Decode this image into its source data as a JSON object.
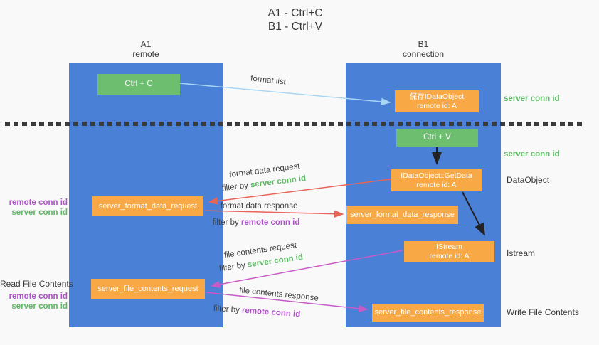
{
  "title": {
    "line1": "A1 - Ctrl+C",
    "line2": "B1 - Ctrl+V"
  },
  "lifelines": {
    "a1": {
      "name": "A1",
      "role": "remote"
    },
    "b1": {
      "name": "B1",
      "role": "connection"
    }
  },
  "nodes": {
    "ctrl_c": {
      "label": "Ctrl + C"
    },
    "save_idataobject": {
      "line1": "保存IDataObject",
      "line2": "remote id: A"
    },
    "ctrl_v": {
      "label": "Ctrl + V"
    },
    "getdata": {
      "line1": "IDataObject::GetData",
      "line2": "remote id: A"
    },
    "format_request": {
      "label": "server_format_data_request"
    },
    "format_response": {
      "label": "server_format_data_response"
    },
    "istream": {
      "line1": "IStream",
      "line2": "remote id: A"
    },
    "file_request": {
      "label": "server_file_contents_request"
    },
    "file_response": {
      "label": "server_file_contents_response"
    }
  },
  "edge_labels": {
    "format_list": "format list",
    "format_data_request": "format data request",
    "format_data_request_filter": {
      "prefix": "filter by ",
      "key": "server conn id"
    },
    "format_data_response": "format data response",
    "format_data_response_filter": {
      "prefix": "filter by ",
      "key": "remote conn id"
    },
    "file_contents_request": "file contents request",
    "file_contents_request_filter": {
      "prefix": "filter by ",
      "key": "server conn id"
    },
    "file_contents_response": "file contents response",
    "file_contents_response_filter": {
      "prefix": "filter by ",
      "key": "remote conn id"
    }
  },
  "annotations": {
    "right_server_conn_id_top": "server conn id",
    "right_server_conn_id_mid": "server conn id",
    "right_dataobject": "DataObject",
    "right_istream": "Istream",
    "right_write_file_contents": "Write File Contents",
    "left_remote_conn_id_top": "remote conn id",
    "left_server_conn_id_top": "server conn id",
    "left_read_file_contents": "Read File Contents",
    "left_remote_conn_id_bottom": "remote conn id",
    "left_server_conn_id_bottom": "server conn id"
  },
  "colors": {
    "lifeline_blue": "#4a80d6",
    "box_green": "#6dbe6f",
    "box_orange": "#f8a844",
    "conn_id_green": "#5cba63",
    "conn_id_purple": "#b052c8",
    "arrow_red": "#e86459",
    "arrow_magenta": "#c75bc7",
    "arrow_light_blue": "#a8d6f3",
    "arrow_black": "#222222",
    "divider_dark": "#3b3b3b"
  }
}
